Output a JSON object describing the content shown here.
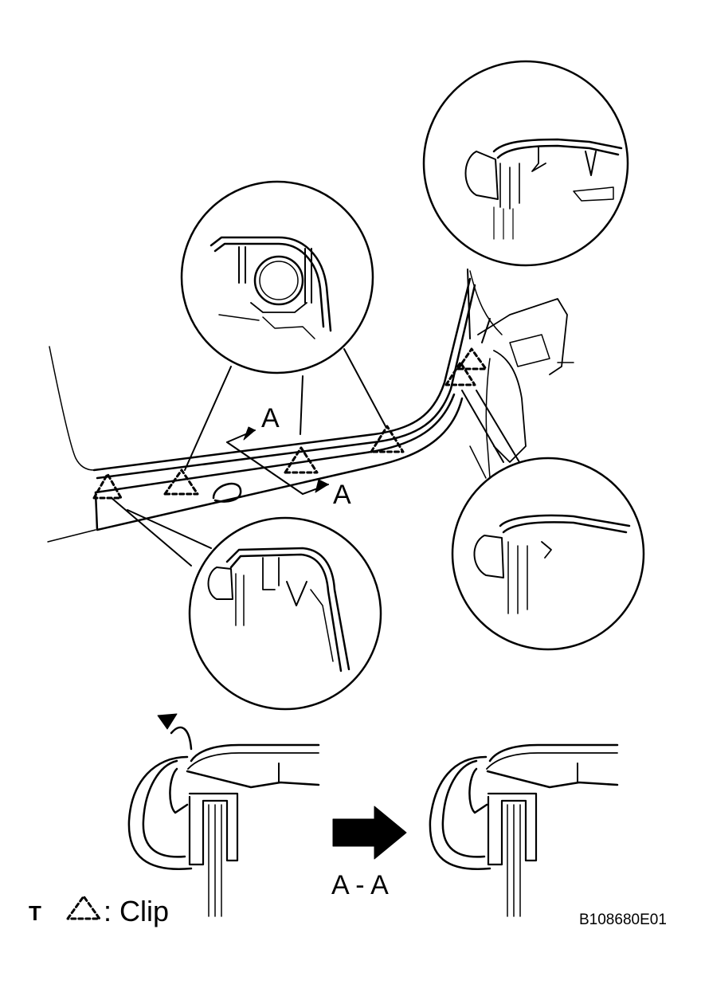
{
  "section_label": "A",
  "section_label_2": "A",
  "view_caption": "A - A",
  "legend": {
    "marker": "T",
    "clip_label": ": Clip"
  },
  "figure_code": "B108680E01",
  "colors": {
    "ink": "#000000",
    "paper": "#ffffff"
  }
}
